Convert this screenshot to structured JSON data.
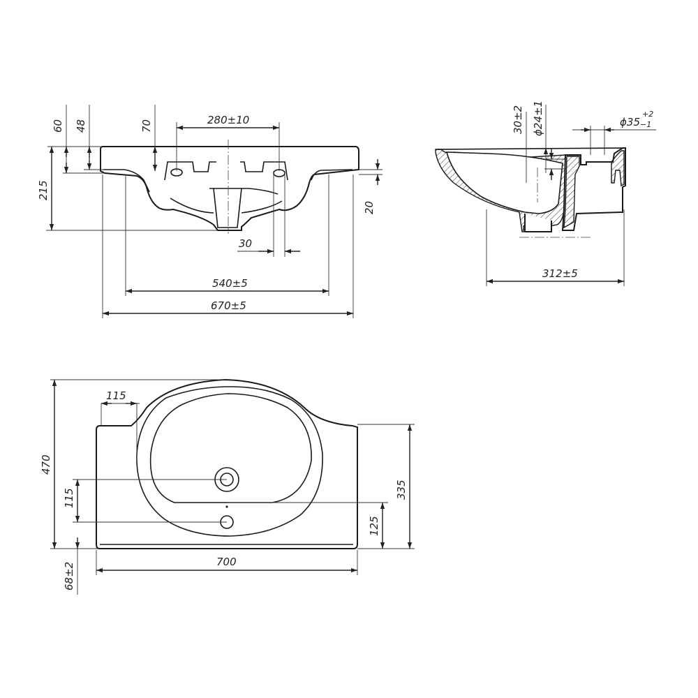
{
  "front_view": {
    "dim_60": "60",
    "dim_48": "48",
    "dim_70": "70",
    "dim_280": "280±10",
    "dim_215": "215",
    "dim_20": "20",
    "dim_30": "30",
    "dim_540": "540±5",
    "dim_670": "670±5"
  },
  "side_view": {
    "dim_30": "30±2",
    "dim_24": "ϕ24±1",
    "dim_35": "ϕ35",
    "dim_35_plus": "+2",
    "dim_35_minus": "−1",
    "dim_312": "312±5"
  },
  "top_view": {
    "dim_115_top": "115",
    "dim_470": "470",
    "dim_115_left": "115",
    "dim_335": "335",
    "dim_125": "125",
    "dim_700": "700",
    "dim_68": "68±2"
  }
}
